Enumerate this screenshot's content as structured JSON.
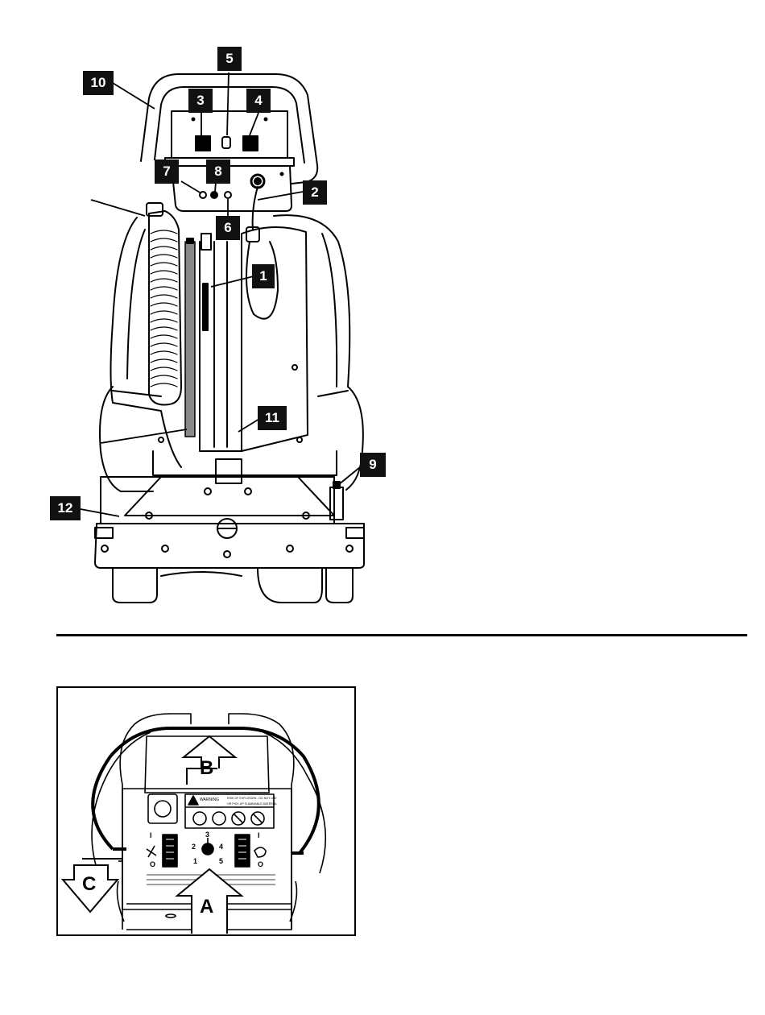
{
  "callouts": {
    "c1": "1",
    "c2": "2",
    "c3": "3",
    "c4": "4",
    "c5": "5",
    "c6": "6",
    "c7": "7",
    "c8": "8",
    "c9": "9",
    "c10": "10",
    "c11": "11",
    "c12": "12"
  },
  "inset": {
    "arrow_a": "A",
    "arrow_b": "B",
    "arrow_c": "C",
    "warning_title": "WARNING",
    "warning_line1": "RISK OF EXPLOSION - DO NOT USE",
    "warning_line2": "OR PICK UP FLAMMABLE MATERIAL",
    "dial_numbers": [
      "1",
      "2",
      "3",
      "4",
      "5"
    ],
    "switch_marks": [
      "I",
      "O",
      "I",
      "O"
    ]
  },
  "colors": {
    "ink": "#000000",
    "paper": "#ffffff",
    "callout_bg": "#111111",
    "callout_text": "#ffffff"
  }
}
